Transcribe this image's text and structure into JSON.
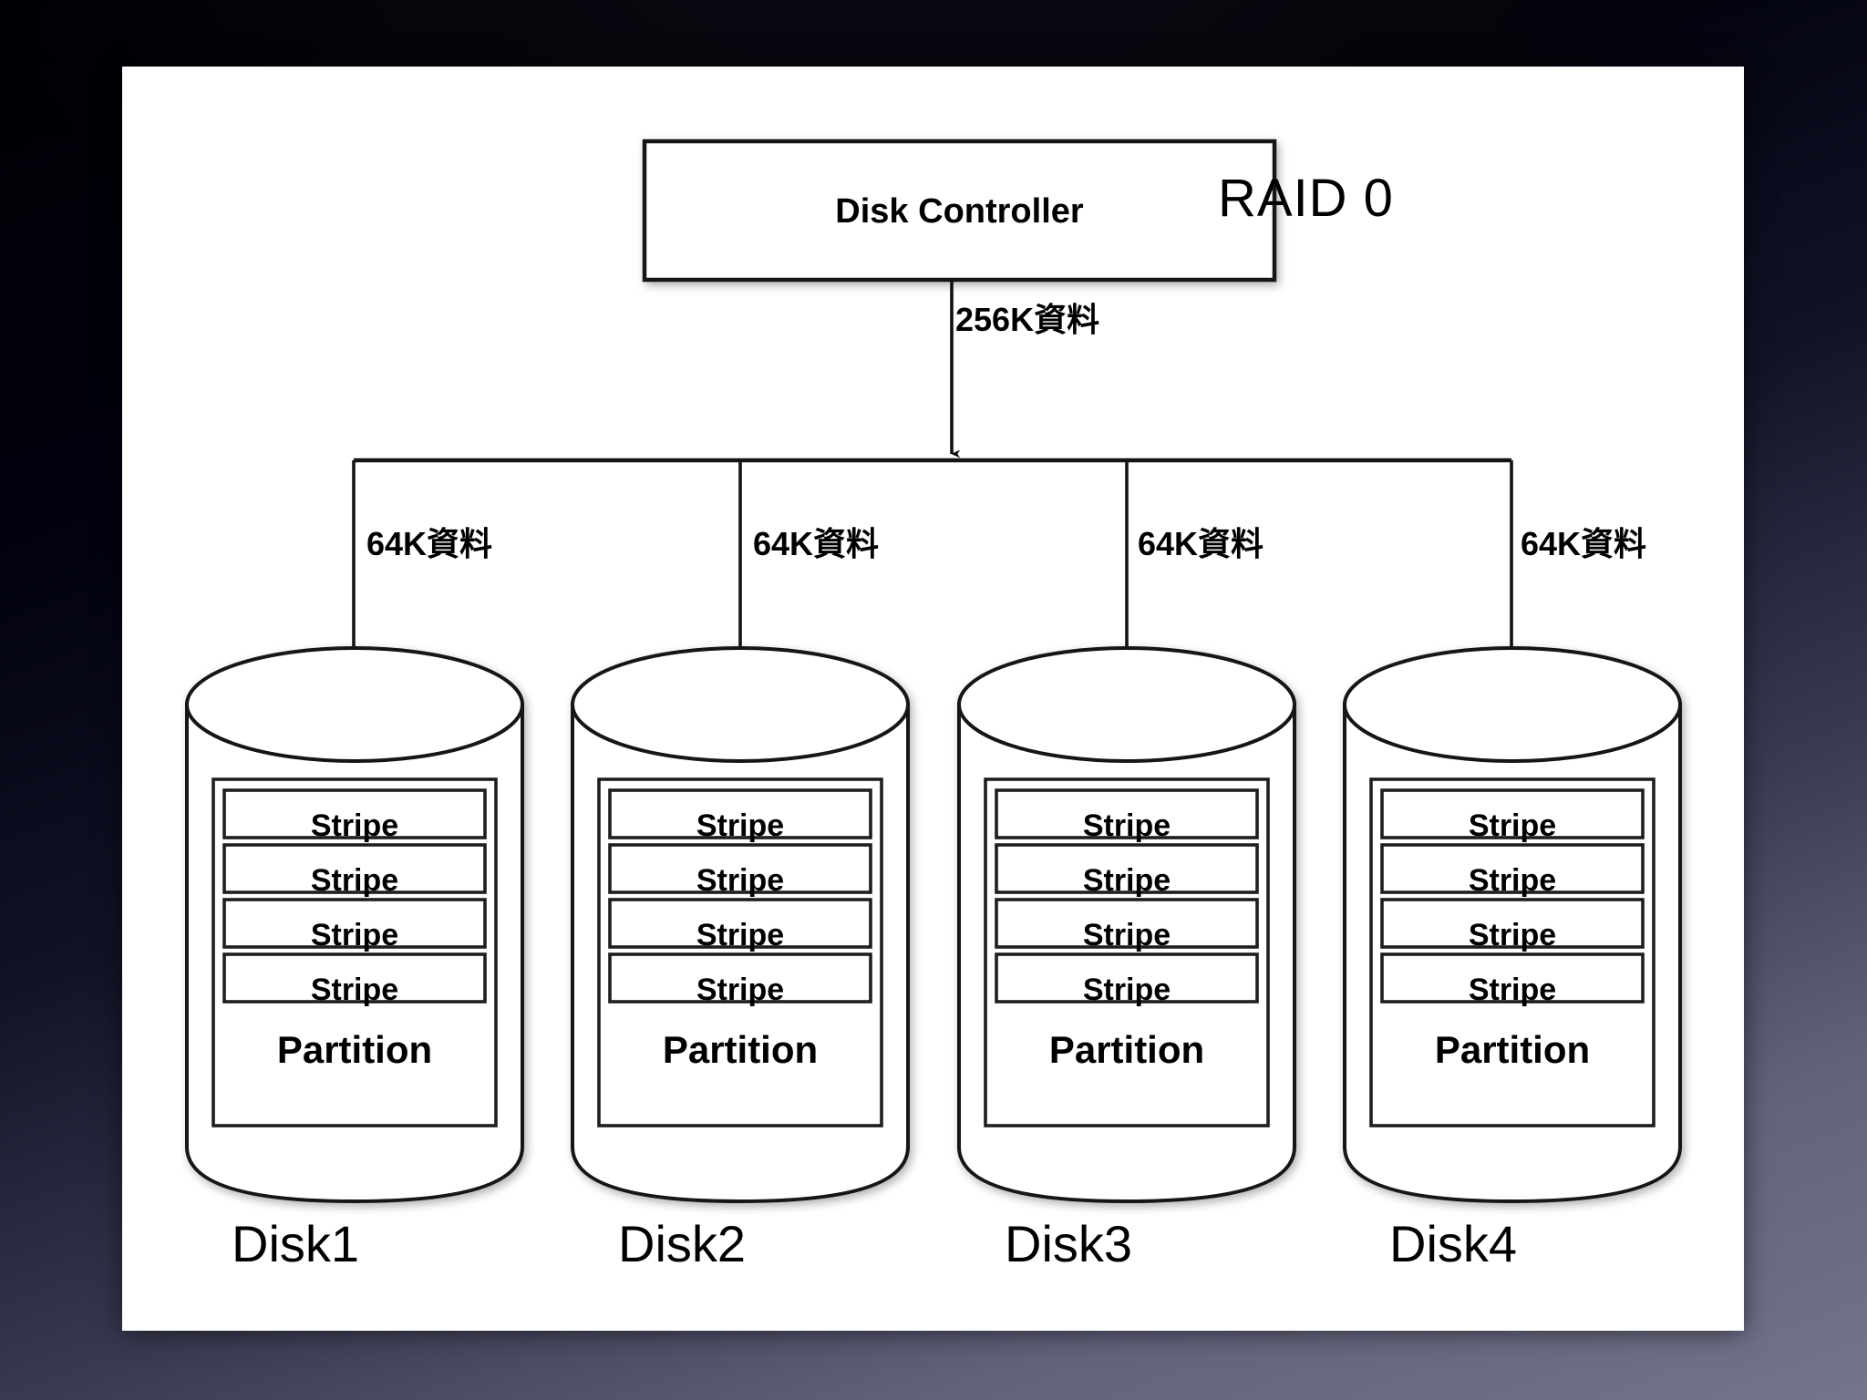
{
  "slide": {
    "title": "RAID 0",
    "controller": {
      "label": "Disk Controller"
    },
    "controller_flow_label": "256K資料",
    "disk_flow_label": "64K資料",
    "partition_label": "Partition",
    "stripe_label": "Stripe",
    "disks": [
      {
        "name": "Disk1",
        "flow_label": "64K資料",
        "partition_label": "Partition",
        "stripes": [
          "Stripe",
          "Stripe",
          "Stripe",
          "Stripe"
        ]
      },
      {
        "name": "Disk2",
        "flow_label": "64K資料",
        "partition_label": "Partition",
        "stripes": [
          "Stripe",
          "Stripe",
          "Stripe",
          "Stripe"
        ]
      },
      {
        "name": "Disk3",
        "flow_label": "64K資料",
        "partition_label": "Partition",
        "stripes": [
          "Stripe",
          "Stripe",
          "Stripe",
          "Stripe"
        ]
      },
      {
        "name": "Disk4",
        "flow_label": "64K資料",
        "partition_label": "Partition",
        "stripes": [
          "Stripe",
          "Stripe",
          "Stripe",
          "Stripe"
        ]
      }
    ]
  },
  "colors": {
    "panel_background": "#ffffff",
    "stroke": "#1a1a1a",
    "text": "#000000",
    "slide_backdrop_top": "#000004",
    "slide_backdrop_bottom": "#74748c"
  }
}
